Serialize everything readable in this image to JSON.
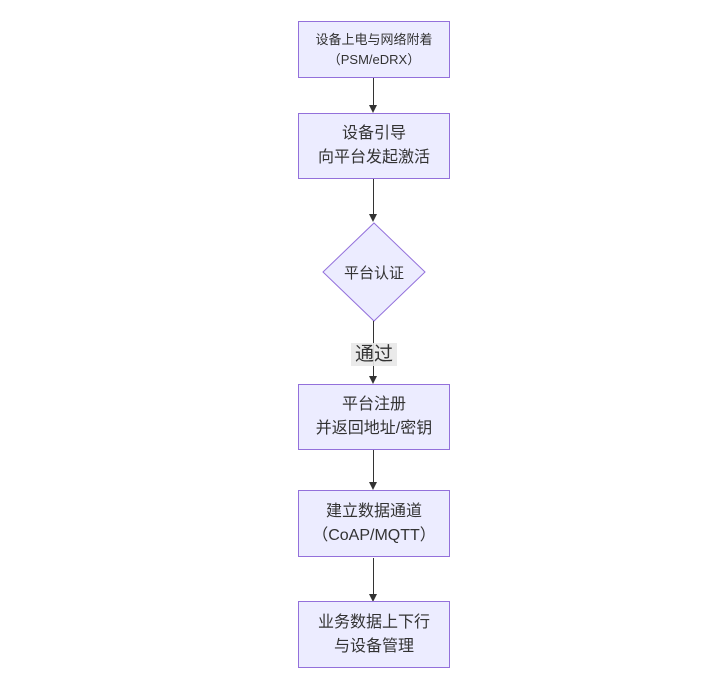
{
  "diagram": {
    "type": "flowchart",
    "orientation": "top-down",
    "background": "#ffffff",
    "colors": {
      "node_fill": "#ECECFF",
      "node_border": "#9370DB",
      "node_text": "#333333",
      "edge_line": "#333333",
      "edge_label_bg": "#e8e8e8",
      "edge_label_text": "#333333"
    },
    "nodes": [
      {
        "id": "start",
        "shape": "rect",
        "lines": [
          "设备上电与网络附着",
          "（PSM/eDRX）"
        ]
      },
      {
        "id": "bootstrap",
        "shape": "rect",
        "lines": [
          "设备引导",
          "向平台发起激活"
        ]
      },
      {
        "id": "auth",
        "shape": "diamond",
        "lines": [
          "平台认证"
        ]
      },
      {
        "id": "register",
        "shape": "rect",
        "lines": [
          "平台注册",
          "并返回地址/密钥"
        ]
      },
      {
        "id": "channel",
        "shape": "rect",
        "lines": [
          "建立数据通道",
          "（CoAP/MQTT）"
        ]
      },
      {
        "id": "business",
        "shape": "rect",
        "lines": [
          "业务数据上下行",
          "与设备管理"
        ]
      }
    ],
    "edges": [
      {
        "from": "start",
        "to": "bootstrap",
        "label": ""
      },
      {
        "from": "bootstrap",
        "to": "auth",
        "label": ""
      },
      {
        "from": "auth",
        "to": "register",
        "label": "通过"
      },
      {
        "from": "register",
        "to": "channel",
        "label": ""
      },
      {
        "from": "channel",
        "to": "business",
        "label": ""
      }
    ]
  }
}
